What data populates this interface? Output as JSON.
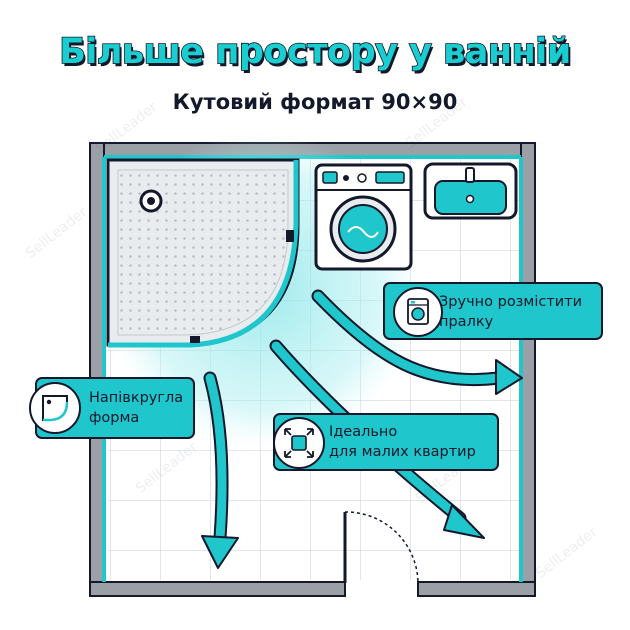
{
  "header": {
    "title": "Більше простору у ванній",
    "subtitle": "Кутовий формат 90×90"
  },
  "callouts": {
    "washer": {
      "line1": "Зручно розмістити",
      "line2": "пралку",
      "icon": "washing-machine-icon"
    },
    "shape": {
      "line1": "Напівкругла",
      "line2": "форма",
      "icon": "quarter-circle-tray-icon"
    },
    "apartment": {
      "line1": "Ідеально",
      "line2": "для малих квартир",
      "icon": "compact-space-icon"
    }
  },
  "watermark": {
    "text": "SellLeader"
  },
  "colors": {
    "accent": "#1fc6cc",
    "outline": "#13182a",
    "wall": "#9aa0a6",
    "tile_grid": "#cfd6dc"
  }
}
